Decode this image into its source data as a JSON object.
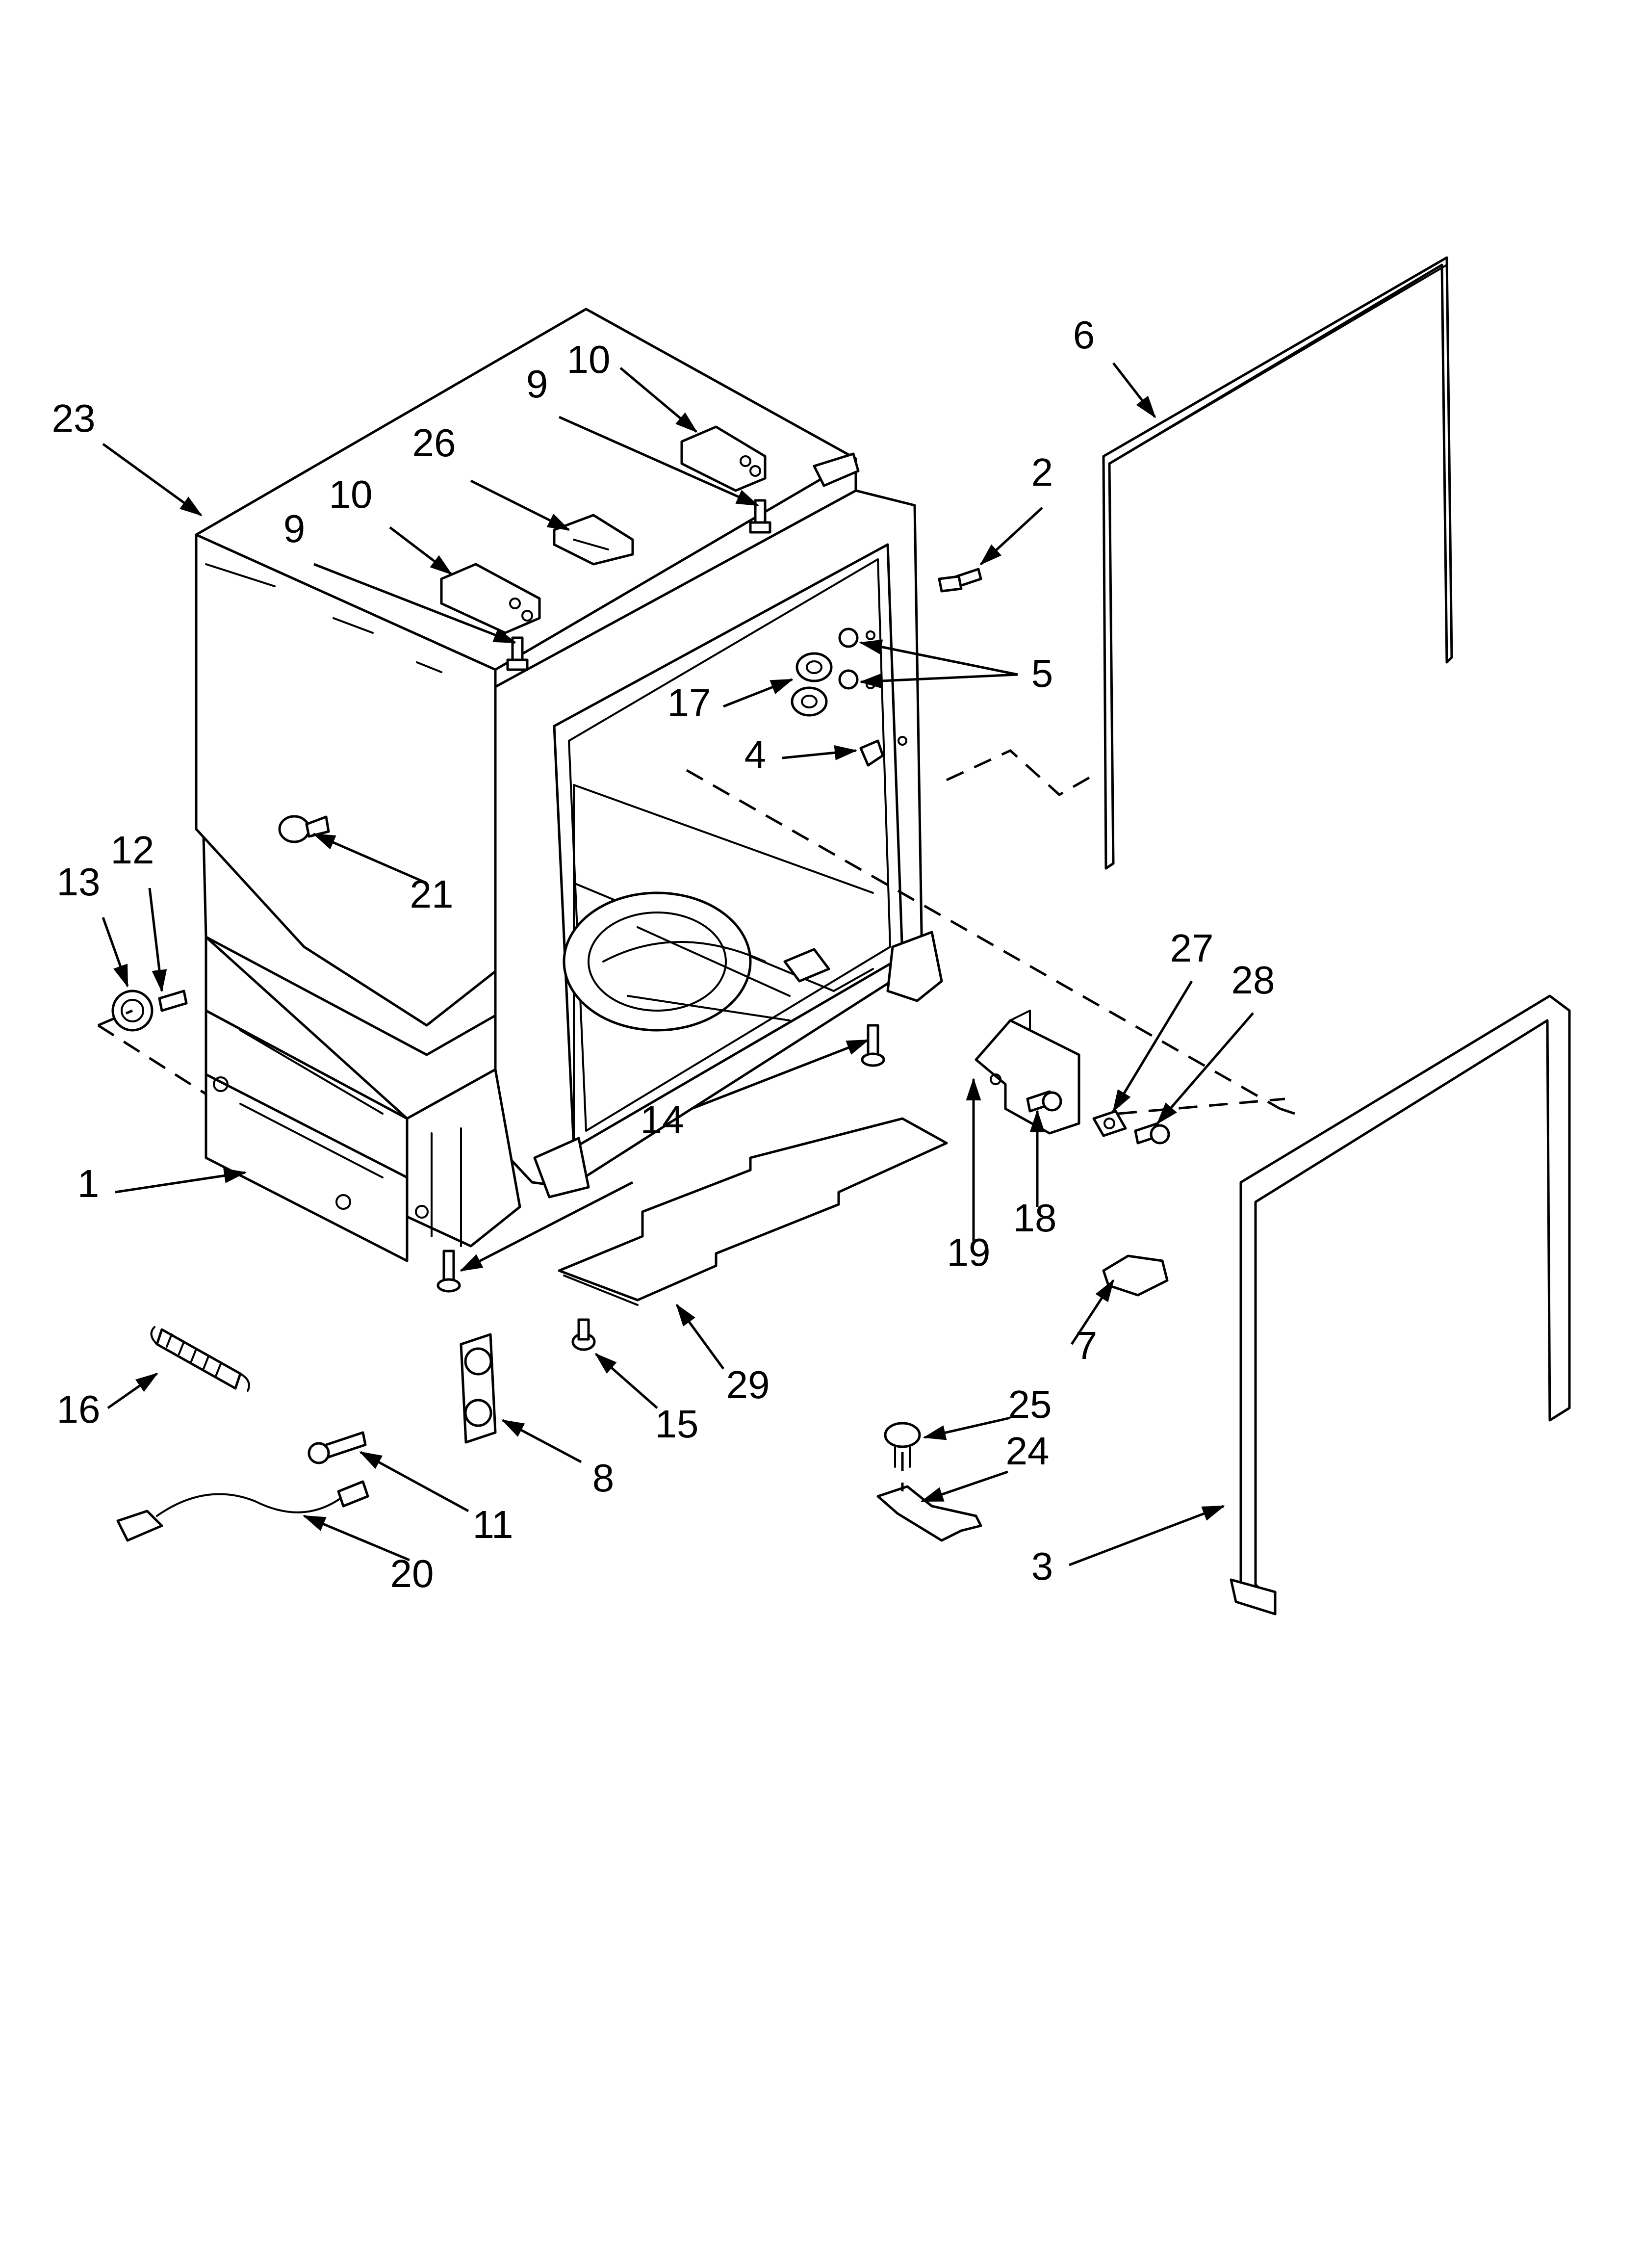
{
  "callouts": [
    {
      "id": "c23a",
      "text": "23"
    },
    {
      "id": "c10a",
      "text": "10"
    },
    {
      "id": "c9a",
      "text": "9"
    },
    {
      "id": "c26",
      "text": "26"
    },
    {
      "id": "c10b",
      "text": "10"
    },
    {
      "id": "c9b",
      "text": "9"
    },
    {
      "id": "c6",
      "text": "6"
    },
    {
      "id": "c2",
      "text": "2"
    },
    {
      "id": "c5",
      "text": "5"
    },
    {
      "id": "c17",
      "text": "17"
    },
    {
      "id": "c4",
      "text": "4"
    },
    {
      "id": "c21",
      "text": "21"
    },
    {
      "id": "c13",
      "text": "13"
    },
    {
      "id": "c12",
      "text": "12"
    },
    {
      "id": "c27",
      "text": "27"
    },
    {
      "id": "c28",
      "text": "28"
    },
    {
      "id": "c14",
      "text": "14"
    },
    {
      "id": "c1",
      "text": "1"
    },
    {
      "id": "c19",
      "text": "19"
    },
    {
      "id": "c18",
      "text": "18"
    },
    {
      "id": "c29",
      "text": "29"
    },
    {
      "id": "c15",
      "text": "15"
    },
    {
      "id": "c7",
      "text": "7"
    },
    {
      "id": "c16",
      "text": "16"
    },
    {
      "id": "c8",
      "text": "8"
    },
    {
      "id": "c11",
      "text": "11"
    },
    {
      "id": "c20",
      "text": "20"
    },
    {
      "id": "c25",
      "text": "25"
    },
    {
      "id": "c24",
      "text": "24"
    },
    {
      "id": "c3",
      "text": "3"
    }
  ]
}
